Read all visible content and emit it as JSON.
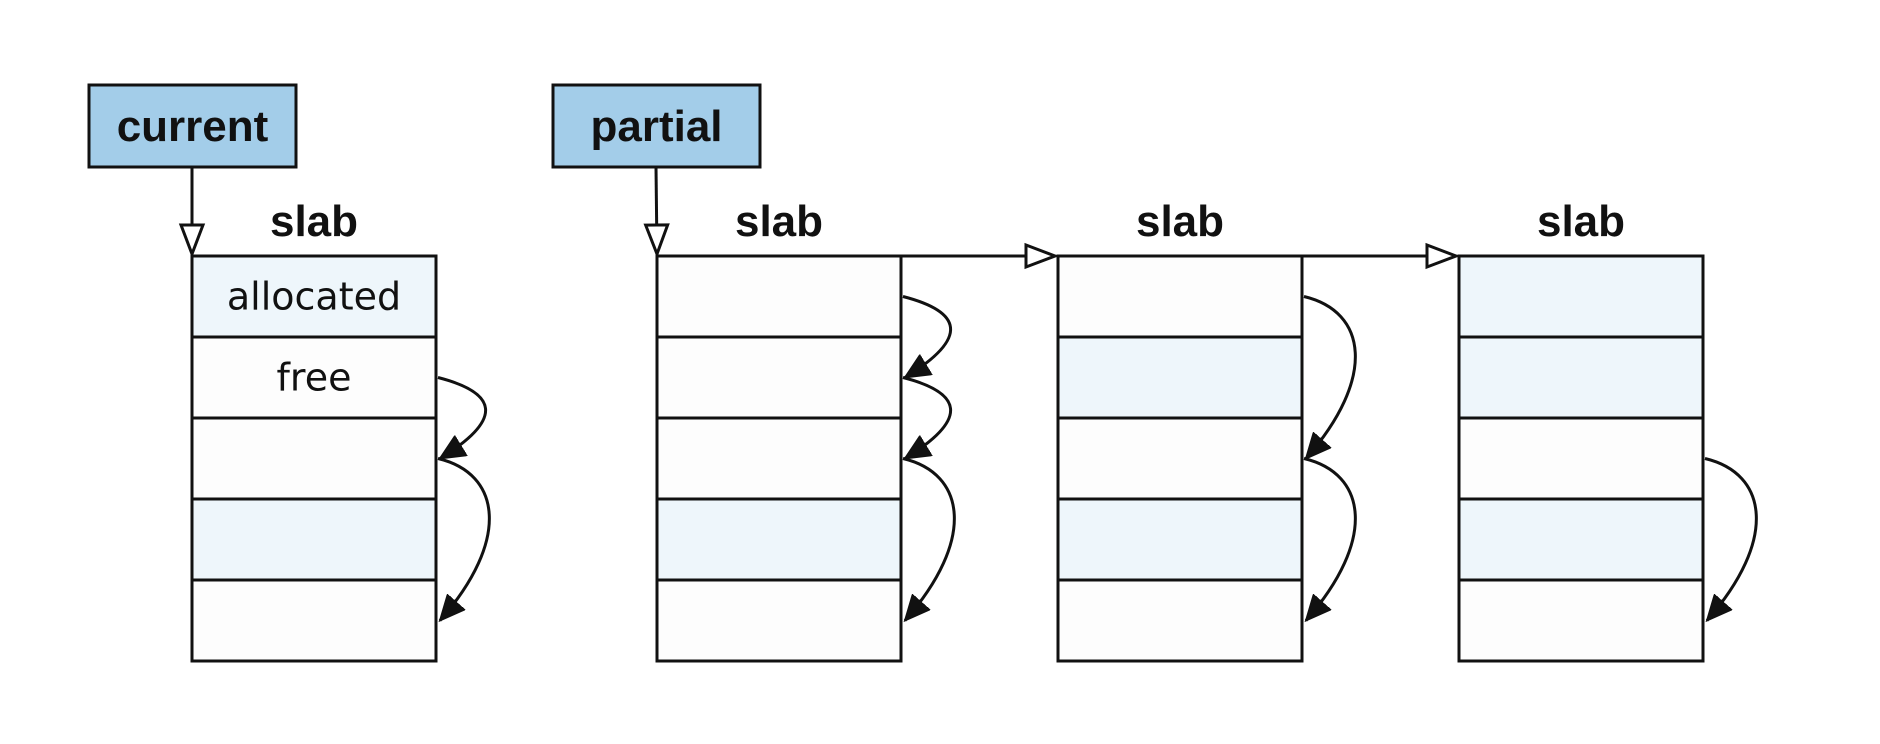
{
  "pointers": [
    {
      "id": "current",
      "label": "current"
    },
    {
      "id": "partial",
      "label": "partial"
    }
  ],
  "slabs": [
    {
      "title": "slab",
      "cells": [
        {
          "state": "allocated",
          "label": "allocated"
        },
        {
          "state": "free",
          "label": "free"
        },
        {
          "state": "free",
          "label": ""
        },
        {
          "state": "allocated",
          "label": ""
        },
        {
          "state": "free",
          "label": ""
        }
      ],
      "freelist_links": [
        [
          1,
          2
        ],
        [
          2,
          4
        ]
      ]
    },
    {
      "title": "slab",
      "cells": [
        {
          "state": "free",
          "label": ""
        },
        {
          "state": "free",
          "label": ""
        },
        {
          "state": "free",
          "label": ""
        },
        {
          "state": "allocated",
          "label": ""
        },
        {
          "state": "free",
          "label": ""
        }
      ],
      "freelist_links": [
        [
          0,
          1
        ],
        [
          1,
          2
        ],
        [
          2,
          4
        ]
      ]
    },
    {
      "title": "slab",
      "cells": [
        {
          "state": "free",
          "label": ""
        },
        {
          "state": "allocated",
          "label": ""
        },
        {
          "state": "free",
          "label": ""
        },
        {
          "state": "allocated",
          "label": ""
        },
        {
          "state": "free",
          "label": ""
        }
      ],
      "freelist_links": [
        [
          0,
          2
        ],
        [
          2,
          4
        ]
      ]
    },
    {
      "title": "slab",
      "cells": [
        {
          "state": "allocated",
          "label": ""
        },
        {
          "state": "allocated",
          "label": ""
        },
        {
          "state": "free",
          "label": ""
        },
        {
          "state": "allocated",
          "label": ""
        },
        {
          "state": "free",
          "label": ""
        }
      ],
      "freelist_links": [
        [
          2,
          4
        ]
      ]
    }
  ],
  "colors": {
    "pointer_fill": "#a3cde9",
    "allocated_fill": "#eef6fb",
    "free_fill": "#fdfdfd",
    "stroke": "#111111"
  }
}
